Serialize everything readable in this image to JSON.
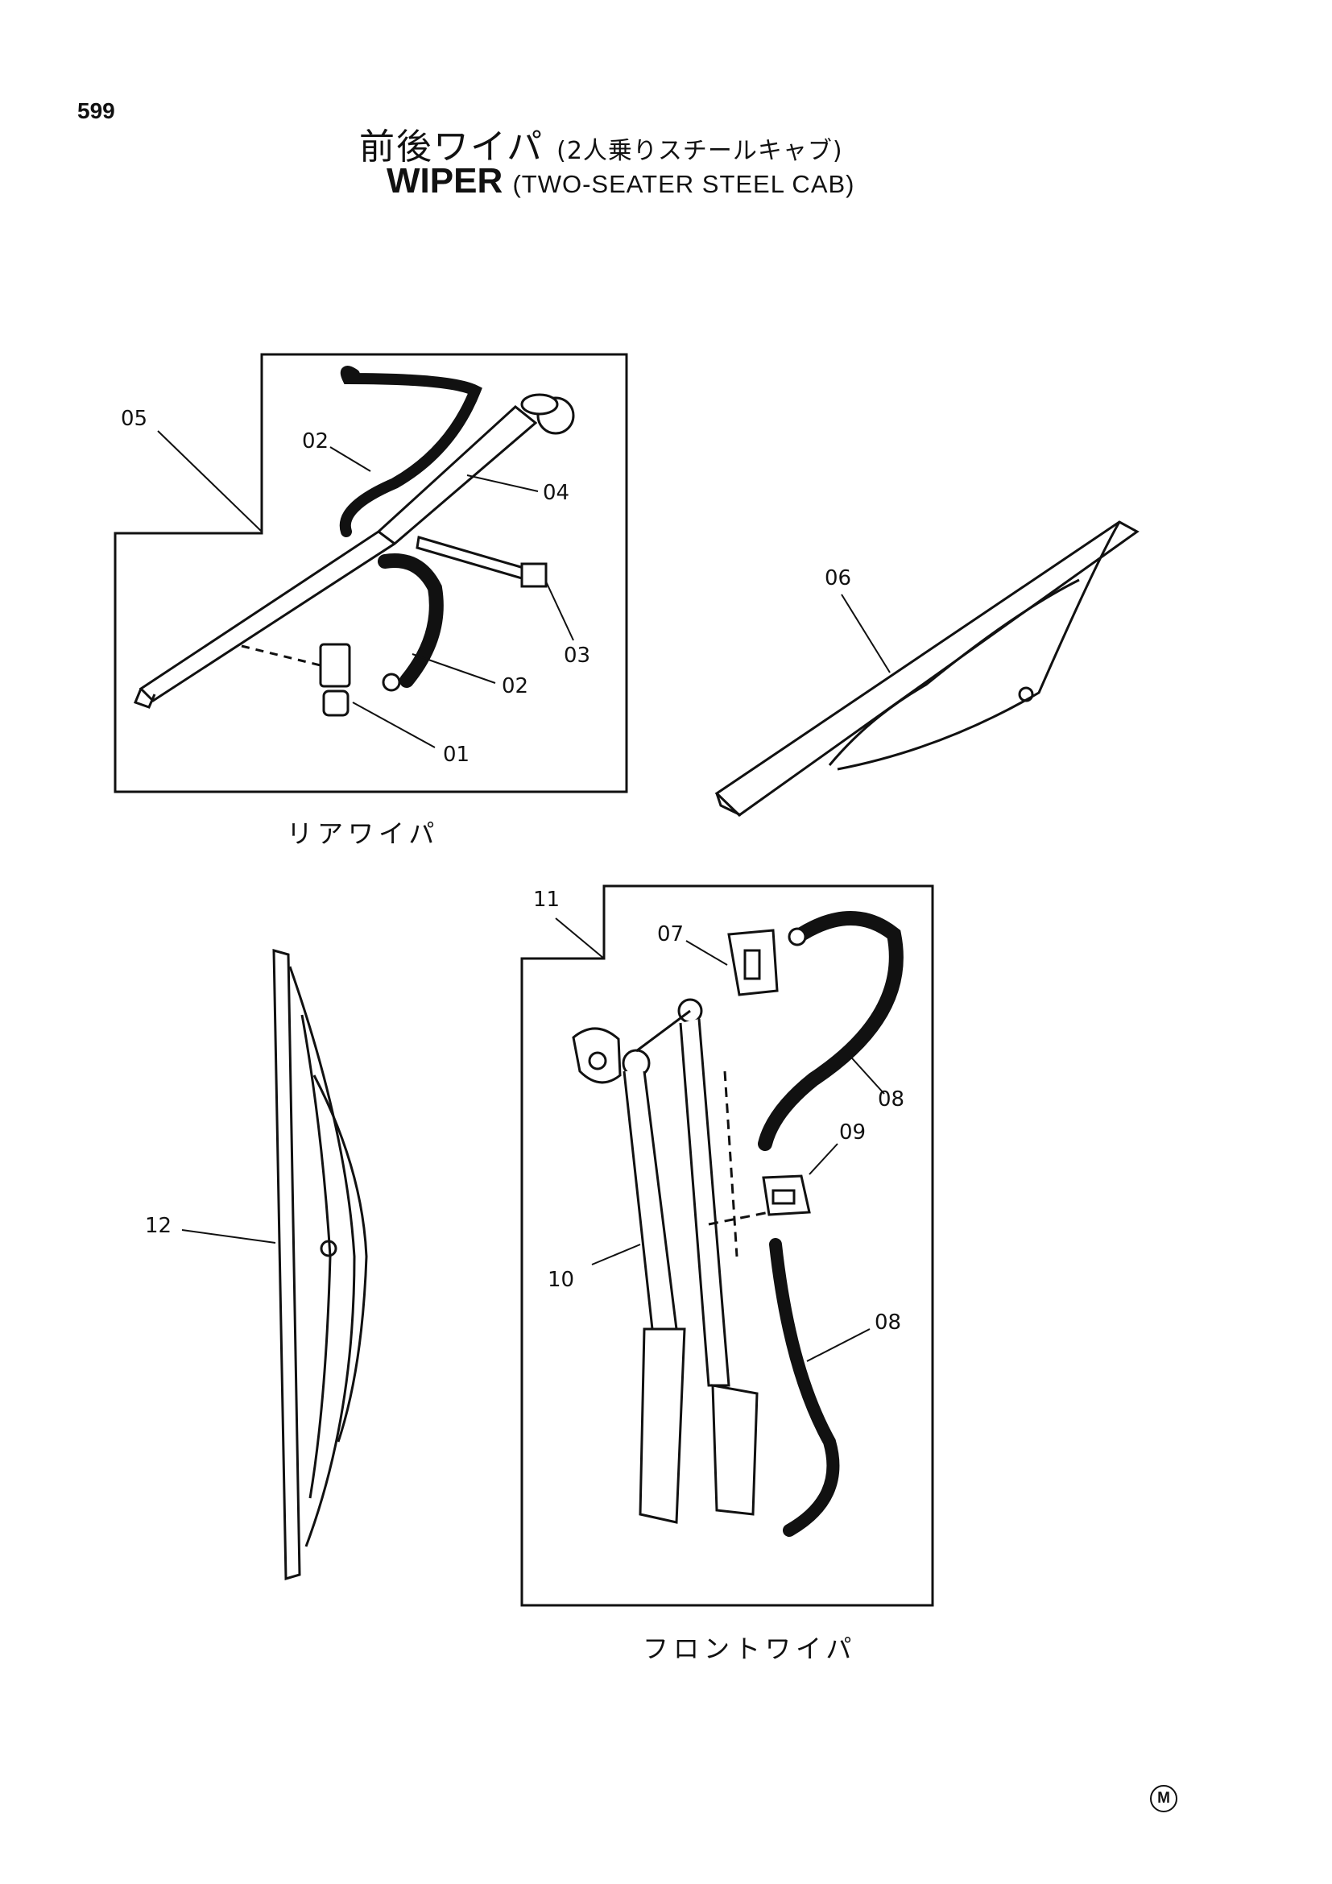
{
  "page_number": "599",
  "title": {
    "japanese": "前後ワイパ",
    "japanese_sub": "(2人乗りスチールキャブ)",
    "english": "WIPER",
    "english_sub": "(TWO-SEATER STEEL CAB)"
  },
  "rear_panel": {
    "caption": "リアワイパ",
    "callouts": [
      "05",
      "02",
      "04",
      "03",
      "02",
      "01",
      "06"
    ]
  },
  "front_panel": {
    "caption": "フロントワイパ",
    "callouts": [
      "11",
      "07",
      "08",
      "09",
      "12",
      "10",
      "08"
    ]
  },
  "mark": "M",
  "icons": [
    "wiper-arm-icon",
    "wiper-blade-icon",
    "hose-icon",
    "clip-icon",
    "cable-tie-icon"
  ]
}
